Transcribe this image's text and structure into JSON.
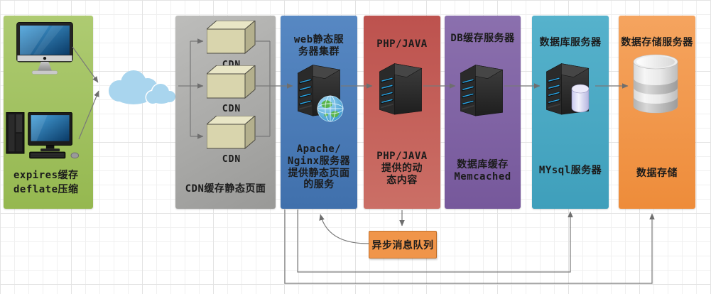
{
  "diagram": {
    "panels": {
      "client": {
        "caption": "expires缓存\ndeflate压缩",
        "color": "#9bbb59"
      },
      "cdn": {
        "caption": "CDN缓存静态页面",
        "color": "#a6a6a6",
        "nodes": [
          "CDN",
          "CDN",
          "CDN"
        ]
      },
      "web": {
        "title": "web静态服\n务器集群",
        "caption": "Apache/\nNginx服务器\n提供静态页面\n的服务",
        "color": "#4f81bd"
      },
      "app": {
        "title": "PHP/JAVA",
        "caption": "PHP/JAVA\n提供的动\n态内容",
        "color": "#c0504d"
      },
      "db_cache": {
        "title": "DB缓存服务器",
        "caption": "数据库缓存\nMemcached",
        "color": "#8064a2"
      },
      "database": {
        "title": "数据库服务器",
        "caption": "MYsql服务器",
        "color": "#4bacc6"
      },
      "storage": {
        "title": "数据存储服务器",
        "caption": "数据存储",
        "color": "#f79646"
      }
    },
    "queue": {
      "label": "异步消息队列",
      "color": "#f0954a"
    },
    "icons": {
      "client": [
        "imac-icon",
        "desktop-computer-icon"
      ],
      "network": "cloud-icon",
      "cdn": "cdn-box-icon",
      "servers": "server-tower-icon",
      "web_extra": "globe-icon",
      "database_extra": "database-cylinder-icon",
      "storage": "storage-cylinder-icon"
    },
    "connector_color": "#787878"
  }
}
